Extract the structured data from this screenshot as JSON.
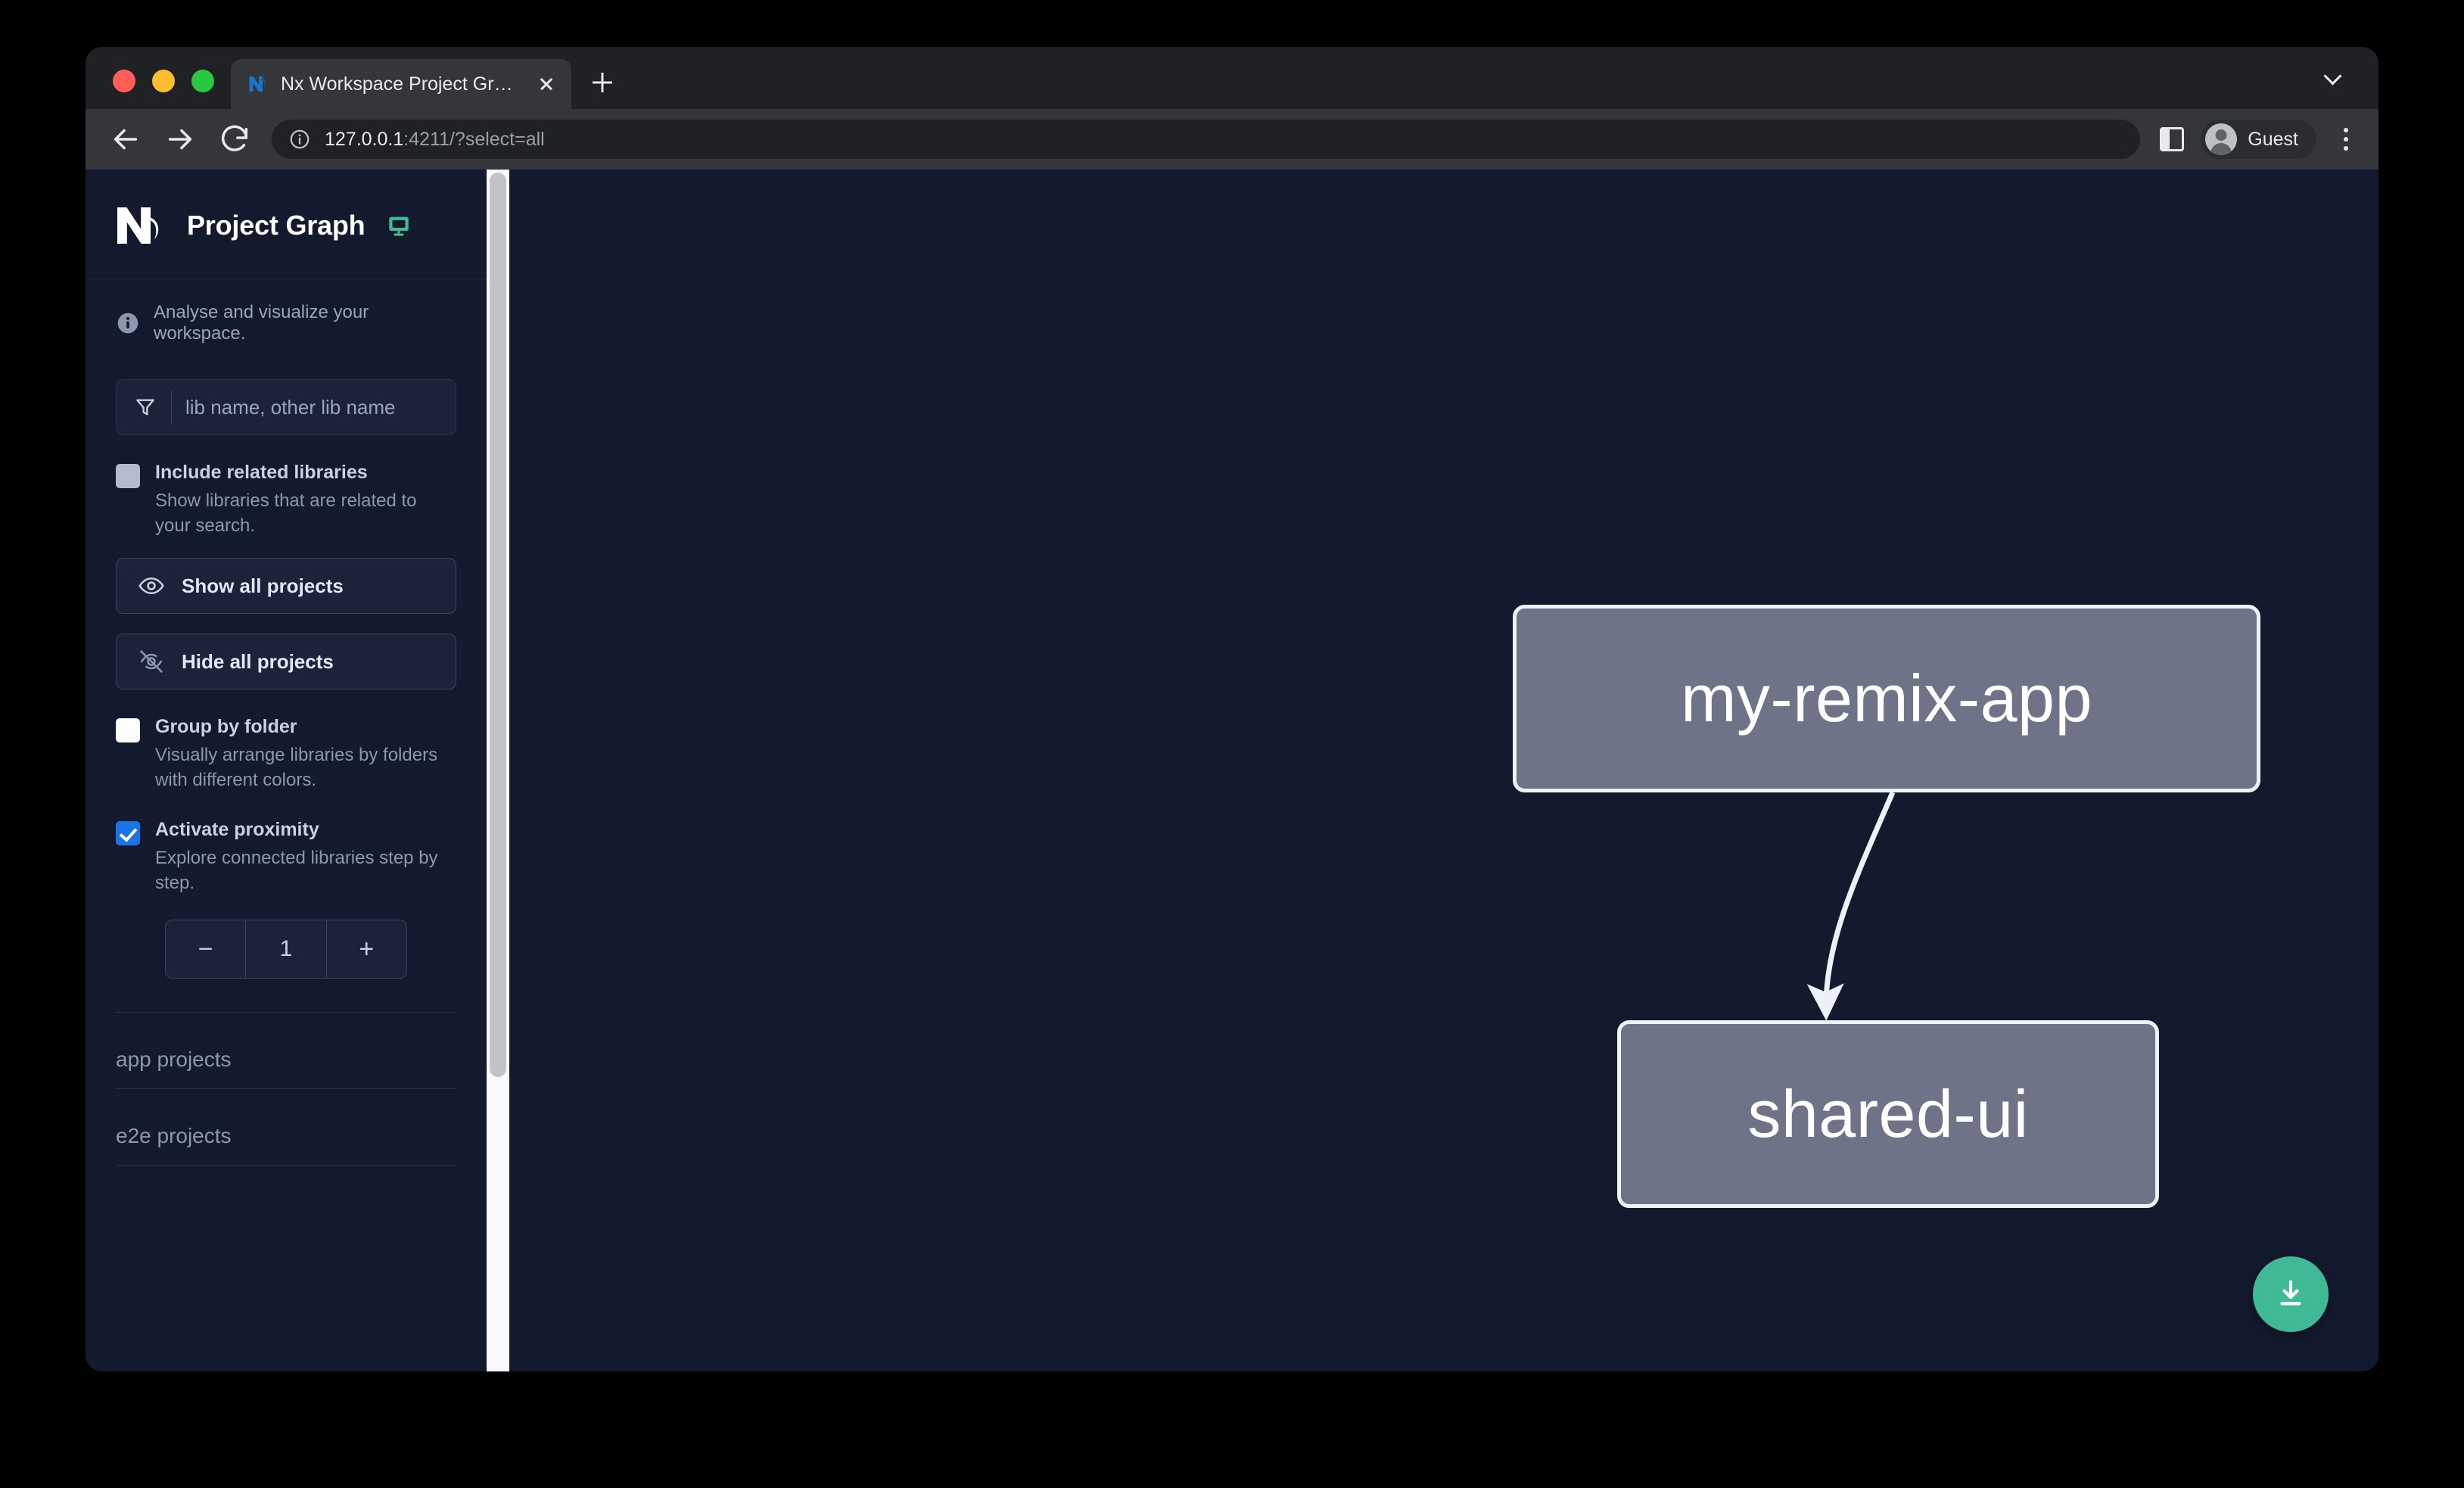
{
  "browser": {
    "tab": {
      "title": "Nx Workspace Project Graph",
      "favicon_icon": "nx-favicon-icon",
      "close_icon": "close-icon"
    },
    "new_tab_icon": "plus-icon",
    "tab_list_chevron_icon": "chevron-down-icon",
    "nav": {
      "back_icon": "arrow-left-icon",
      "forward_icon": "arrow-right-icon",
      "reload_icon": "reload-icon"
    },
    "omnibox": {
      "site_info_icon": "info-circle-icon",
      "url_host": "127.0.0.1",
      "url_rest": ":4211/?select=all"
    },
    "side_panel_icon": "side-panel-icon",
    "profile": {
      "name": "Guest",
      "avatar_icon": "person-avatar-icon"
    },
    "menu_icon": "kebab-menu-icon"
  },
  "sidebar": {
    "logo_icon": "nx-logo-icon",
    "title": "Project Graph",
    "monitor_icon": "monitor-icon",
    "info_icon": "info-icon",
    "tagline": "Analyse and visualize your workspace.",
    "search": {
      "filter_icon": "filter-funnel-icon",
      "value": "",
      "placeholder": "lib name, other lib name"
    },
    "options": [
      {
        "id": "include-related-libraries",
        "label": "Include related libraries",
        "desc": "Show libraries that are related to your search.",
        "state": "disabled"
      },
      {
        "id": "group-by-folder",
        "label": "Group by folder",
        "desc": "Visually arrange libraries by folders with different colors.",
        "state": "unchecked"
      },
      {
        "id": "activate-proximity",
        "label": "Activate proximity",
        "desc": "Explore connected libraries step by step.",
        "state": "checked"
      }
    ],
    "buttons": {
      "show_all": {
        "label": "Show all projects",
        "icon": "eye-icon"
      },
      "hide_all": {
        "label": "Hide all projects",
        "icon": "eye-slash-icon"
      }
    },
    "stepper": {
      "decrement_label": "−",
      "value": "1",
      "increment_label": "+"
    },
    "sections": [
      {
        "id": "app-projects",
        "label": "app projects"
      },
      {
        "id": "e2e-projects",
        "label": "e2e projects"
      }
    ]
  },
  "graph": {
    "nodes": [
      {
        "id": "my-remix-app",
        "label": "my-remix-app"
      },
      {
        "id": "shared-ui",
        "label": "shared-ui"
      }
    ],
    "edges": [
      {
        "from": "my-remix-app",
        "to": "shared-ui"
      }
    ],
    "download_button": {
      "icon": "download-icon"
    }
  },
  "colors": {
    "accent_green": "#3fb996",
    "checkbox_blue": "#1a73e8",
    "node_fill": "#6e7387",
    "node_border": "#eef1f7",
    "canvas_bg": "#131a2e",
    "sidebar_bg": "#141a2d"
  }
}
